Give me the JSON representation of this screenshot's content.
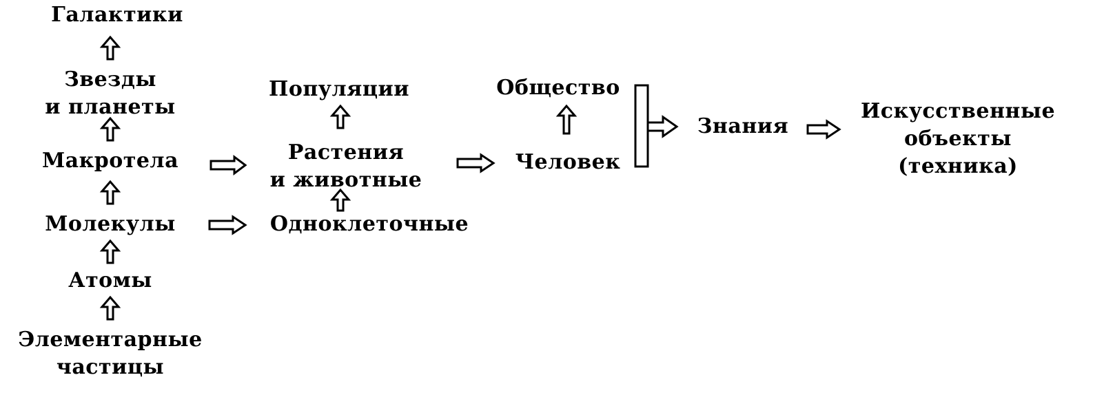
{
  "nodes": {
    "galaxies": "Галактики",
    "stars_line1": "Звезды",
    "stars_line2": "и планеты",
    "macrobodies": "Макротела",
    "molecules": "Молекулы",
    "atoms": "Атомы",
    "elementary_line1": "Элементарные",
    "elementary_line2": "частицы",
    "populations": "Популяции",
    "plants_line1": "Растения",
    "plants_line2": "и животные",
    "unicellular": "Одноклеточные",
    "society": "Общество",
    "human": "Человек",
    "knowledge": "Знания",
    "artificial_line1": "Искусственные",
    "artificial_line2": "объекты",
    "artificial_line3": "(техника)"
  }
}
